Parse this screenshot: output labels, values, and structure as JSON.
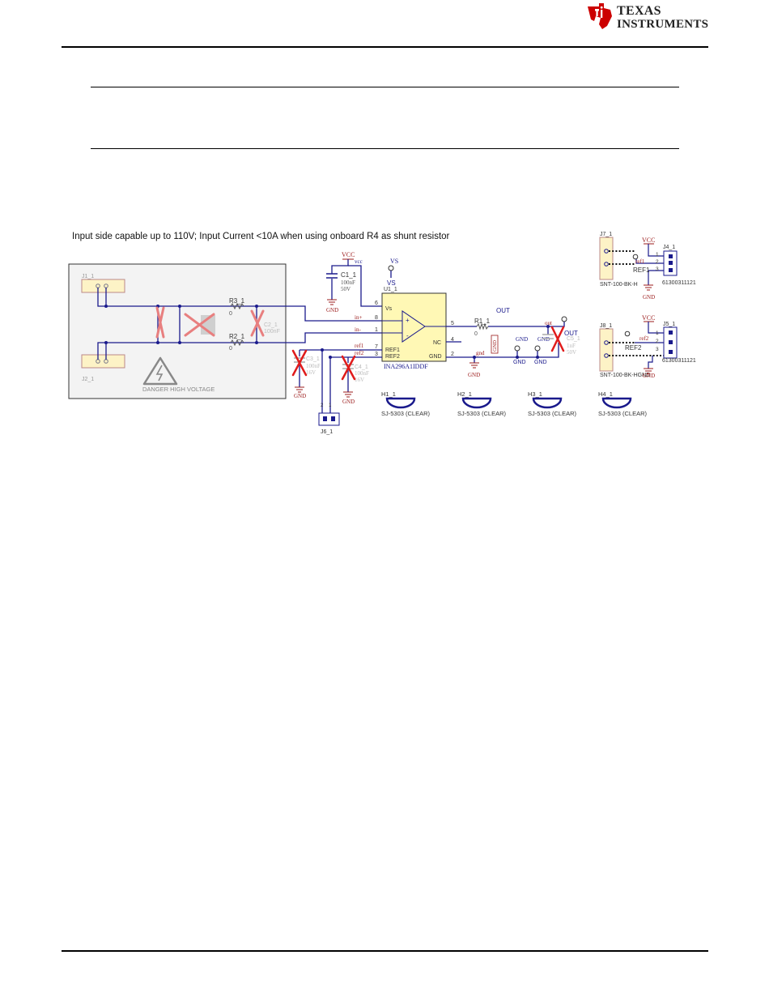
{
  "header": {
    "brand_line1": "Texas",
    "brand_line2": "Instruments"
  },
  "caption": "Input side capable up to 110V; Input Current <10A when using onboard R4 as shunt resistor",
  "input_panel": {
    "j1_label": "J1_1",
    "j2_label": "J2_1",
    "r3_label": "R3_1",
    "r3_value": "0",
    "r2_label": "R2_1",
    "r2_value": "0",
    "c2_label": "C2_1",
    "c2_value": "100nF",
    "warning_text": "DANGER HIGH VOLTAGE"
  },
  "power": {
    "vcc": "VCC",
    "vcc_net": "vcc",
    "vs": "VS",
    "vs2": "VS",
    "c1_label": "C1_1",
    "c1_value": "100nF",
    "c1_voltage": "50V",
    "gnd": "GND"
  },
  "ic": {
    "ref": "U1_1",
    "part": "INA296A1IDDF",
    "pin_vs": "Vs",
    "pin_nc": "NC",
    "pin_ref1": "REF1",
    "pin_ref2": "REF2",
    "pin_gnd": "GND",
    "pin_plus": "+",
    "pin_minus": "-",
    "num6": "6",
    "num8": "8",
    "num1": "1",
    "num7": "7",
    "num3": "3",
    "num5": "5",
    "num4": "4",
    "num2": "2",
    "net_inp": "in+",
    "net_inm": "in-",
    "net_ref1": "ref1",
    "net_ref2": "ref2"
  },
  "output": {
    "out_label": "OUT",
    "r1_label": "R1_1",
    "r1_value": "0",
    "out_net": "out",
    "gnd_net": "gnd",
    "gnd": "GND",
    "c5_label": "C5_1",
    "c5_value": "1nF",
    "c5_voltage": "50V",
    "out_tp": "OUT"
  },
  "ref_caps": {
    "c3_label": "C3_1",
    "c3_value": "100nF",
    "c3_voltage": "16V",
    "c4_label": "C4_1",
    "c4_value": "100nF",
    "c4_voltage": "16V",
    "gnd": "GND",
    "j6_label": "J6_1",
    "j6_pin2": "2",
    "j6_pin1": "1"
  },
  "headers": {
    "j7_label": "J7_1",
    "j7_part": "SNT-100-BK-H",
    "j8_label": "J8_1",
    "j8_part": "SNT-100-BK-HGND",
    "j4_label": "J4_1",
    "j5_label": "J5_1",
    "vcc": "VCC",
    "gnd": "GND",
    "ref1_net": "ref1",
    "ref1_tp": "REF1",
    "ref2_net": "ref2",
    "ref2_tp": "REF2",
    "pin1": "1",
    "pin2": "2",
    "pin3": "3",
    "part_number": "61300311121"
  },
  "standoffs": [
    {
      "ref": "H1_1",
      "part": "SJ-5303 (CLEAR)"
    },
    {
      "ref": "H2_1",
      "part": "SJ-5303 (CLEAR)"
    },
    {
      "ref": "H3_1",
      "part": "SJ-5303 (CLEAR)"
    },
    {
      "ref": "H4_1",
      "part": "SJ-5303 (CLEAR)"
    }
  ]
}
